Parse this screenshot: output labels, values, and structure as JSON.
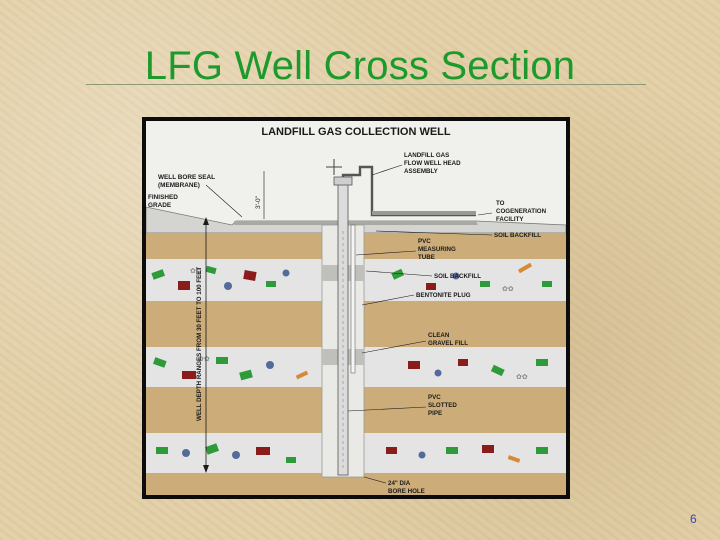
{
  "slide": {
    "title": "LFG Well Cross Section",
    "page_number": "6"
  },
  "diagram": {
    "heading": "LANDFILL GAS COLLECTION WELL",
    "labels": {
      "well_bore_seal_1": "WELL BORE SEAL",
      "well_bore_seal_2": "(MEMBRANE)",
      "finished_grade_1": "FINISHED",
      "finished_grade_2": "GRADE",
      "height_mark": "3'-0\"",
      "wellhead_1": "LANDFILL GAS",
      "wellhead_2": "FLOW  WELL HEAD",
      "wellhead_3": "ASSEMBLY",
      "cogeneration_1": "TO",
      "cogeneration_2": "COGENERATION",
      "cogeneration_3": "FACILITY",
      "soil_backfill_top": "SOIL BACKFILL",
      "pvc_tube_1": "PVC",
      "pvc_tube_2": "MEASURING",
      "pvc_tube_3": "TUBE",
      "soil_backfill_mid": "SOIL BACKFILL",
      "bentonite": "BENTONITE PLUG",
      "gravel_1": "CLEAN",
      "gravel_2": "GRAVEL FILL",
      "slotted_1": "PVC",
      "slotted_2": "SLOTTED",
      "slotted_3": "PIPE",
      "bore_hole_1": "24\" DIA",
      "bore_hole_2": "BORE HOLE",
      "depth_range": "WELL DEPTH RANGES FROM 30 FEET TO 100 FEET"
    }
  },
  "colors": {
    "title": "#1e9a2c",
    "sand": "#ccac78",
    "refuse": "#e4e4e4",
    "pipe": "#dcdcdc",
    "ink": "#1a1a1a",
    "page_number": "#3b49a8"
  }
}
